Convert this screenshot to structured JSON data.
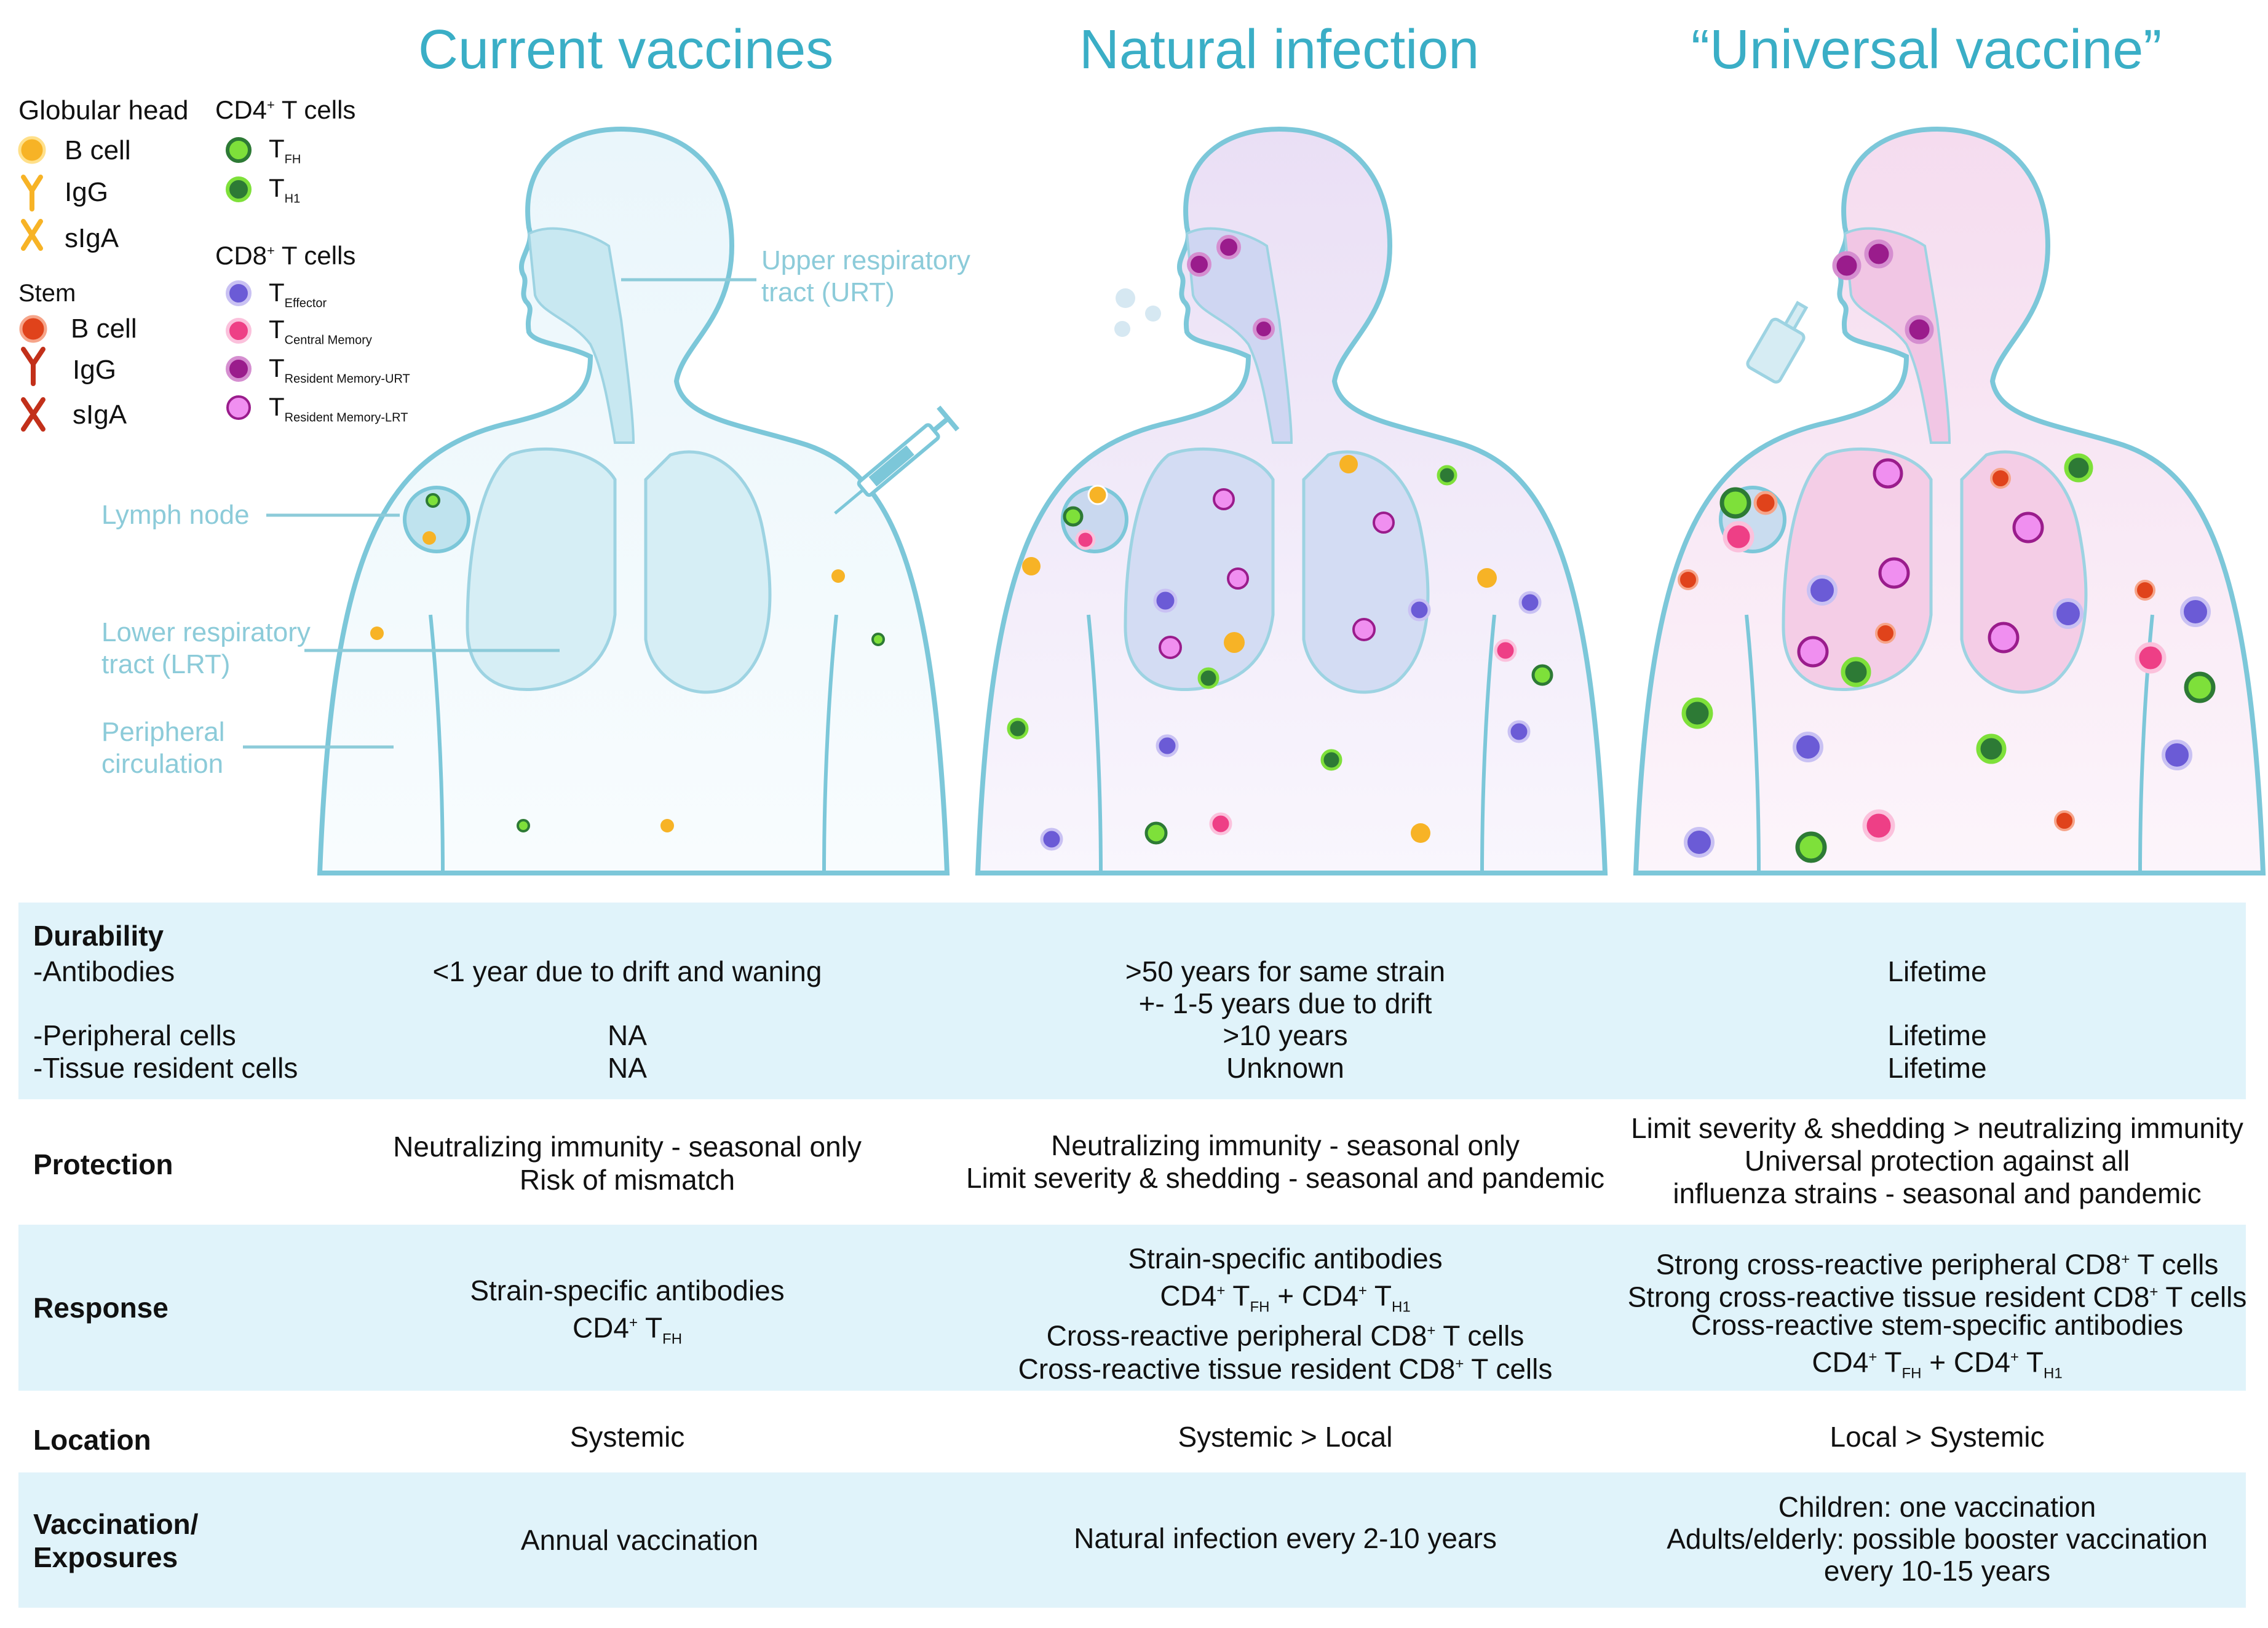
{
  "columns": {
    "current": "Current vaccines",
    "natural": "Natural infection",
    "universal": "“Universal vaccine”"
  },
  "legend": {
    "globular_head": "Globular head",
    "stem": "Stem",
    "b_cell": "B cell",
    "igg": "IgG",
    "siga": "sIgA",
    "cd4_title": "CD4",
    "cd8_title": "CD8",
    "t_cells": "T cells",
    "t": "T",
    "tfh_sub": "FH",
    "th1_sub": "H1",
    "effector_sub": "Effector",
    "central_memory_sub": "Central Memory",
    "rm_urt_sub": "Resident Memory-URT",
    "rm_lrt_sub": "Resident Memory-LRT",
    "plus": "+"
  },
  "annotations": {
    "urt_1": "Upper respiratory",
    "urt_2": "tract (URT)",
    "lymph": "Lymph node",
    "lrt_1": "Lower respiratory",
    "lrt_2": "tract (LRT)",
    "per_1": "Peripheral",
    "per_2": "circulation"
  },
  "colors": {
    "accent": "#3aaec6",
    "b_cell_head": "#f7b326",
    "b_cell_stem": "#e0431b",
    "tfh": "#7ee03a",
    "th1": "#2d7a35",
    "effector": "#6b5bd6",
    "central_memory": "#ee3f86",
    "rm_urt": "#9a1c8c",
    "rm_lrt": "#f08ff0",
    "table_band": "#e0f3fa"
  },
  "table": {
    "durability": {
      "label": "Durability",
      "antibodies_label": "-Antibodies",
      "peripheral_label": "-Peripheral cells",
      "tissue_label": "-Tissue resident cells",
      "current": {
        "antibodies": "<1 year due to drift and waning",
        "peripheral": "NA",
        "tissue": "NA"
      },
      "natural": {
        "antibodies_1": ">50 years for same strain",
        "antibodies_2": "+- 1-5 years due to drift",
        "peripheral": ">10 years",
        "tissue": "Unknown"
      },
      "universal": {
        "antibodies": "Lifetime",
        "peripheral": "Lifetime",
        "tissue": "Lifetime"
      }
    },
    "protection": {
      "label": "Protection",
      "current": [
        "Neutralizing immunity - seasonal only",
        "Risk of mismatch"
      ],
      "natural": [
        "Neutralizing immunity - seasonal only",
        "Limit severity & shedding - seasonal and pandemic"
      ],
      "universal": [
        "Limit severity & shedding > neutralizing immunity",
        "Universal protection against all",
        "influenza strains - seasonal and pandemic"
      ]
    },
    "response": {
      "label": "Response",
      "current_1": "Strain-specific antibodies",
      "natural_1": "Strain-specific antibodies",
      "natural_3": "Cross-reactive peripheral CD8",
      "natural_4": "Cross-reactive tissue resident CD8",
      "universal_1": "Strong cross-reactive peripheral CD8",
      "universal_2": "Strong cross-reactive tissue resident CD8",
      "universal_3": "Cross-reactive stem-specific antibodies",
      "cd4": "CD4",
      "t_cells_suffix": " T cells"
    },
    "location": {
      "label": "Location",
      "current": "Systemic",
      "natural": "Systemic > Local",
      "universal": "Local > Systemic"
    },
    "vaccination": {
      "label_1": "Vaccination/",
      "label_2": "Exposures",
      "current": "Annual vaccination",
      "natural": "Natural infection every 2-10 years",
      "universal": [
        "Children: one vaccination",
        "Adults/elderly: possible booster vaccination",
        "every 10-15 years"
      ]
    }
  }
}
